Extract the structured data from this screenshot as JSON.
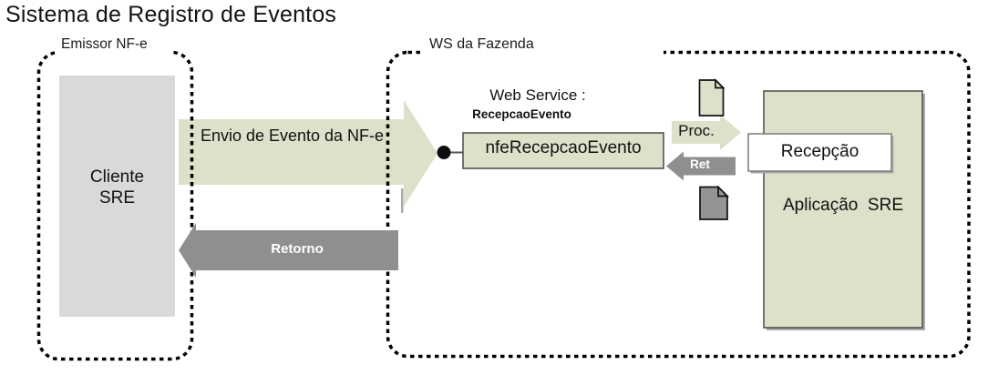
{
  "diagram": {
    "title": "Sistema de Registro de Eventos"
  },
  "emissor_group": {
    "label": "Emissor NF-e",
    "cliente_box": {
      "line1": "Cliente",
      "line2": "SRE"
    }
  },
  "ws_group": {
    "label": "WS da Fazenda",
    "web_service_heading": "Web Service :",
    "web_service_name": "RecepcaoEvento",
    "endpoint_label": "nfeRecepcaoEvento",
    "recepcao_label": "Recepção",
    "aplicacao_label": "Aplicação  SRE"
  },
  "flows": {
    "envio_label": "Envio de Evento da NF-e",
    "retorno_label": "Retorno",
    "proc_label": "Proc.",
    "ret_label": "Ret"
  },
  "icons": {
    "request_document": "document-icon",
    "response_document": "document-icon",
    "connector": "bullet-circle-icon"
  },
  "colors": {
    "olive": "#dce1c9",
    "arrow_gray": "#8f8f8f",
    "box_gray": "#d9d9d9",
    "doc_gray": "#949494",
    "shadow_gray": "#aaaaaa",
    "border_dark": "#4a4a4a"
  }
}
